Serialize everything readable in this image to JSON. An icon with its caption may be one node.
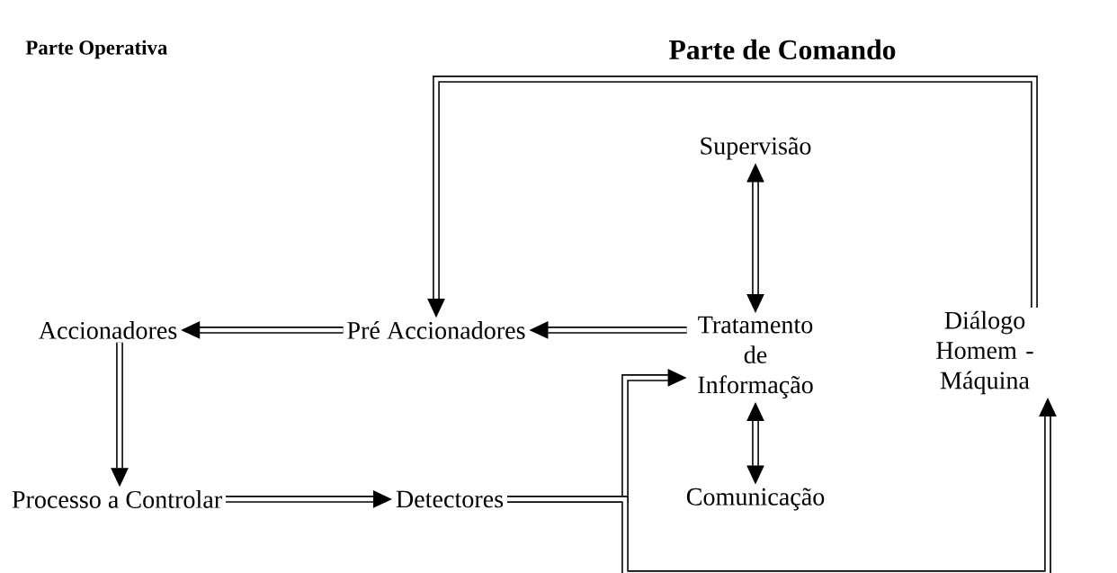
{
  "diagram": {
    "nodes": [
      {
        "text": [
          "Supervisão"
        ]
      },
      {
        "text": [
          "Accionadores"
        ]
      },
      {
        "text": [
          "Pré Accionadores"
        ]
      },
      {
        "text": [
          "Tratamento de Informação"
        ]
      },
      {
        "text": [
          "Diálogo Homem - Máquina"
        ]
      },
      {
        "text": [
          "Processo a Controlar"
        ]
      },
      {
        "text": [
          "Detectores"
        ]
      },
      {
        "text": [
          "Comunicação"
        ]
      }
    ],
    "edges": [
      {
        "from": 2,
        "to": 1,
        "arrow": "to"
      },
      {
        "from": 3,
        "to": 2,
        "arrow": "to"
      },
      {
        "from": 0,
        "to": 3,
        "arrow": "both"
      },
      {
        "from": 3,
        "to": 7,
        "arrow": "both"
      },
      {
        "from": 1,
        "to": 5,
        "arrow": "to"
      },
      {
        "from": 5,
        "to": 6,
        "arrow": "to"
      },
      {
        "from": 6,
        "to": 3,
        "arrow": "to"
      },
      {
        "from": 6,
        "to": 4,
        "arrow": "to"
      },
      {
        "from": 4,
        "to": 2,
        "arrow": "to"
      }
    ],
    "labels": [
      "Parte Operativa",
      "Parte de Comando"
    ]
  }
}
